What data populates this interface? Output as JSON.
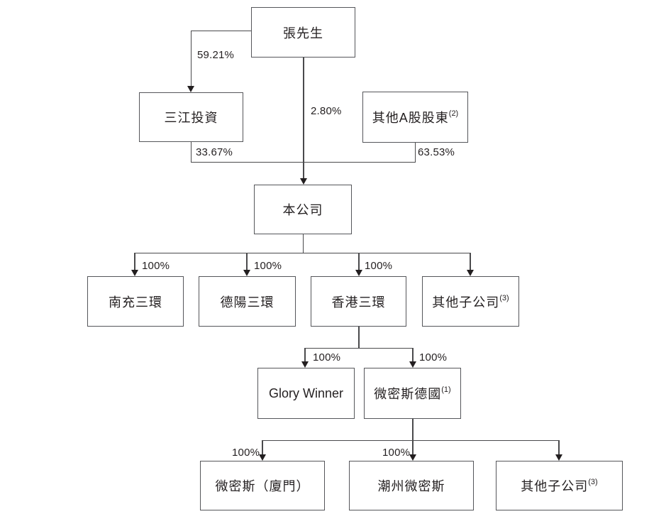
{
  "diagram": {
    "title": "shareholding-structure-chart",
    "colors": {
      "background": "#ffffff",
      "box_border": "#55565a",
      "line": "#4a4a4c",
      "arrowhead": "#231f20",
      "text": "#231f20"
    },
    "nodes": {
      "mr_zhang": {
        "label": "張先生"
      },
      "sanjiang_investment": {
        "label": "三江投資"
      },
      "other_a_shareholders": {
        "label": "其他A股股東",
        "sup": "(2)"
      },
      "the_company": {
        "label": "本公司"
      },
      "nanchong_sanhuan": {
        "label": "南充三環"
      },
      "deyang_sanhuan": {
        "label": "德陽三環"
      },
      "hongkong_sanhuan": {
        "label": "香港三環"
      },
      "other_subsidiaries_upper": {
        "label": "其他子公司",
        "sup": "(3)"
      },
      "glory_winner": {
        "label": "Glory Winner"
      },
      "weimisi_germany": {
        "label": "微密斯德國",
        "sup": "(1)"
      },
      "weimisi_xiamen": {
        "label": "微密斯（廈門）"
      },
      "chaozhou_weimisi": {
        "label": "潮州微密斯"
      },
      "other_subsidiaries_lower": {
        "label": "其他子公司",
        "sup": "(3)"
      }
    },
    "edge_labels": {
      "zhang_to_sanjiang": "59.21%",
      "zhang_to_company": "2.80%",
      "sanjiang_to_company": "33.67%",
      "other_a_to_company": "63.53%",
      "company_to_nanchong": "100%",
      "company_to_deyang": "100%",
      "company_to_hongkong": "100%",
      "hongkong_to_glory": "100%",
      "hongkong_to_germany": "100%",
      "germany_to_xiamen": "100%",
      "germany_to_chaozhou": "100%"
    }
  }
}
